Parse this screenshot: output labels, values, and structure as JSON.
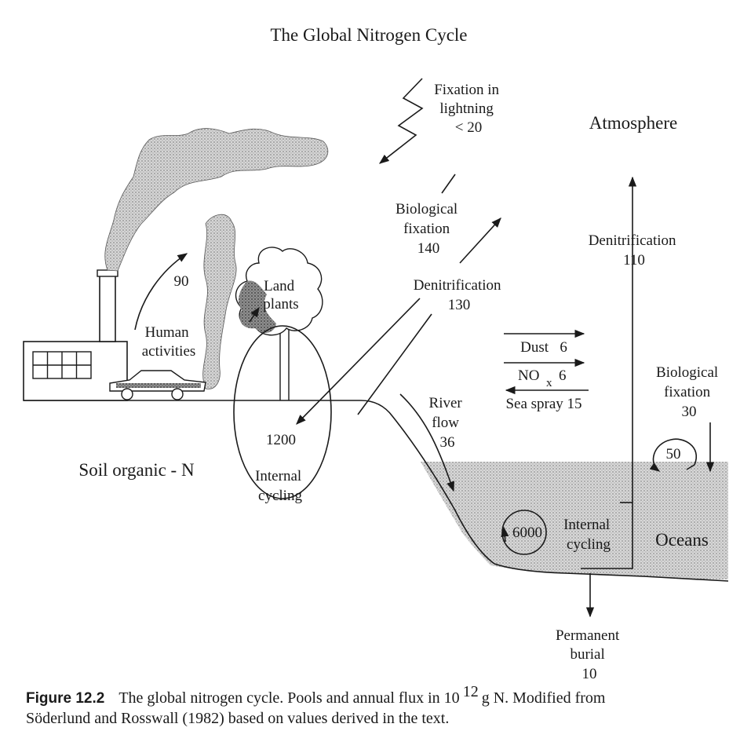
{
  "title": "The Global Nitrogen Cycle",
  "labels": {
    "atmosphere": "Atmosphere",
    "oceans": "Oceans",
    "soil": "Soil organic - N",
    "fixation_lightning": [
      "Fixation in",
      "lightning",
      "< 20"
    ],
    "bio_fixation_land": [
      "Biological",
      "fixation",
      "140"
    ],
    "denitrification_land": [
      "Denitrification",
      "130"
    ],
    "denitrification_ocean": [
      "Denitrification",
      "110"
    ],
    "human_value": "90",
    "human_activities": [
      "Human",
      "activities"
    ],
    "land_plants": [
      "Land",
      "plants"
    ],
    "land_pool": "1200",
    "internal_cycling_land": [
      "Internal",
      "cycling"
    ],
    "river_flow": [
      "River",
      "flow",
      "36"
    ],
    "dust": "Dust   6",
    "nox_main": "NO",
    "nox_sub": "x",
    "nox_value": "6",
    "sea_spray": "Sea spray 15",
    "bio_fixation_ocean": [
      "Biological",
      "fixation",
      "30"
    ],
    "ocean_surface_pool": "50",
    "ocean_pool": "6000",
    "internal_cycling_ocean": [
      "Internal",
      "cycling"
    ],
    "burial": [
      "Permanent",
      "burial",
      "10"
    ]
  },
  "caption": {
    "fig": "Figure 12.2",
    "text1": "The global nitrogen cycle. Pools and annual flux in 10",
    "sup": "12",
    "text2": " g N. Modified from",
    "line2": "Söderlund and Rosswall (1982) based on values derived in the text."
  },
  "colors": {
    "ink": "#1a1a1a",
    "ocean_fill": "#c9c9c9",
    "smoke": "#9a9a9a"
  }
}
